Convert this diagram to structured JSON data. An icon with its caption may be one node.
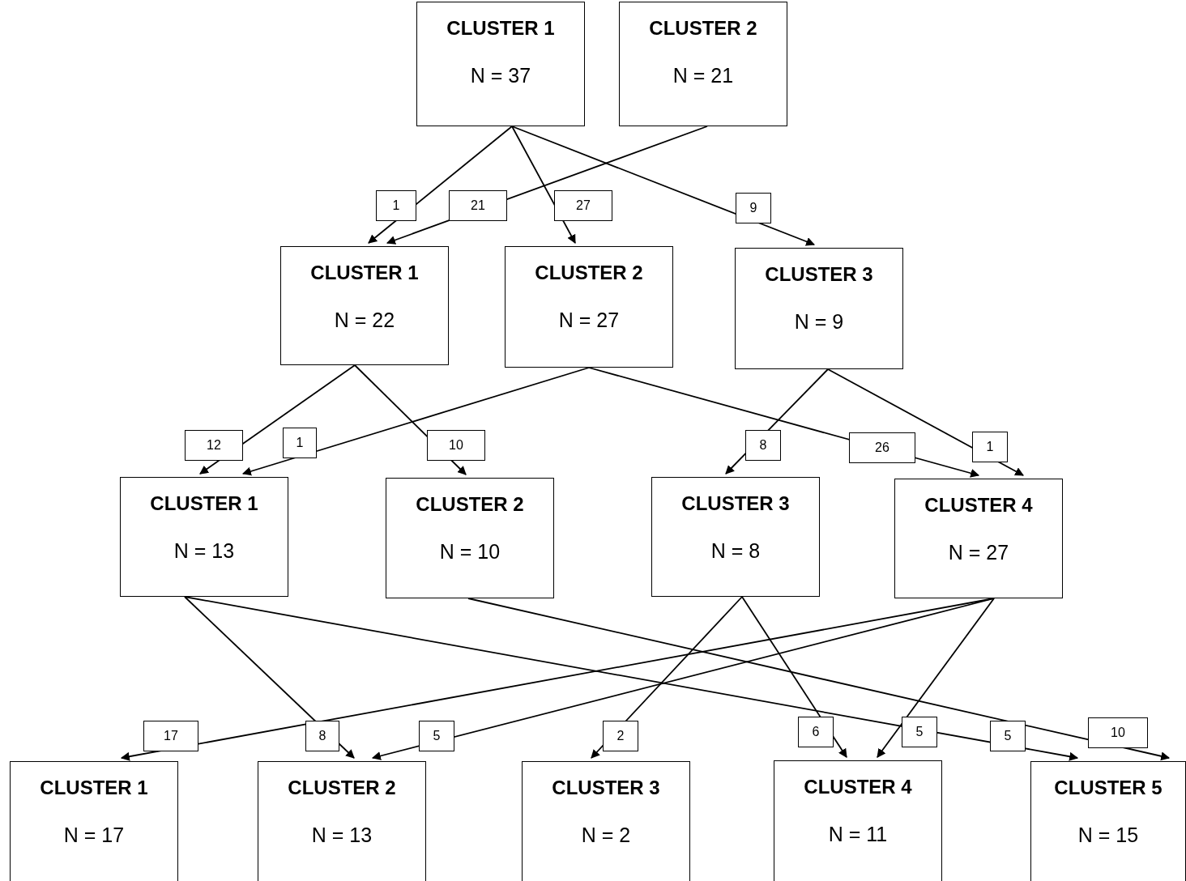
{
  "diagram": {
    "nodes": [
      {
        "text": [
          "CLUSTER 1",
          "N = 37"
        ]
      },
      {
        "text": [
          "CLUSTER 2",
          "N = 21"
        ]
      },
      {
        "text": [
          "CLUSTER 1",
          "N = 22"
        ]
      },
      {
        "text": [
          "CLUSTER 2",
          "N = 27"
        ]
      },
      {
        "text": [
          "CLUSTER 3",
          "N = 9"
        ]
      },
      {
        "text": [
          "CLUSTER 1",
          "N = 13"
        ]
      },
      {
        "text": [
          "CLUSTER 2",
          "N = 10"
        ]
      },
      {
        "text": [
          "CLUSTER 3",
          "N = 8"
        ]
      },
      {
        "text": [
          "CLUSTER 4",
          "N = 27"
        ]
      },
      {
        "text": [
          "CLUSTER 1",
          "N = 17"
        ]
      },
      {
        "text": [
          "CLUSTER 2",
          "N = 13"
        ]
      },
      {
        "text": [
          "CLUSTER 3",
          "N = 2"
        ]
      },
      {
        "text": [
          "CLUSTER 4",
          "N = 11"
        ]
      },
      {
        "text": [
          "CLUSTER 5",
          "N = 15"
        ]
      }
    ],
    "edges": [
      {
        "from": 0,
        "to": 2,
        "arrow": "to",
        "label": "1"
      },
      {
        "from": 1,
        "to": 2,
        "arrow": "to",
        "label": "21"
      },
      {
        "from": 0,
        "to": 3,
        "arrow": "to",
        "label": "27"
      },
      {
        "from": 0,
        "to": 4,
        "arrow": "to",
        "label": "9"
      },
      {
        "from": 2,
        "to": 5,
        "arrow": "to",
        "label": "12"
      },
      {
        "from": 3,
        "to": 5,
        "arrow": "to",
        "label": "1"
      },
      {
        "from": 2,
        "to": 6,
        "arrow": "to",
        "label": "10"
      },
      {
        "from": 4,
        "to": 7,
        "arrow": "to",
        "label": "8"
      },
      {
        "from": 3,
        "to": 8,
        "arrow": "to",
        "label": "26"
      },
      {
        "from": 4,
        "to": 8,
        "arrow": "to",
        "label": "1"
      },
      {
        "from": 8,
        "to": 9,
        "arrow": "to",
        "label": "17"
      },
      {
        "from": 5,
        "to": 10,
        "arrow": "to",
        "label": "8"
      },
      {
        "from": 8,
        "to": 10,
        "arrow": "to",
        "label": "5"
      },
      {
        "from": 7,
        "to": 11,
        "arrow": "to",
        "label": "2"
      },
      {
        "from": 7,
        "to": 12,
        "arrow": "to",
        "label": "6"
      },
      {
        "from": 8,
        "to": 12,
        "arrow": "to",
        "label": "5"
      },
      {
        "from": 5,
        "to": 13,
        "arrow": "to",
        "label": "5"
      },
      {
        "from": 6,
        "to": 13,
        "arrow": "to",
        "label": "10"
      }
    ]
  }
}
